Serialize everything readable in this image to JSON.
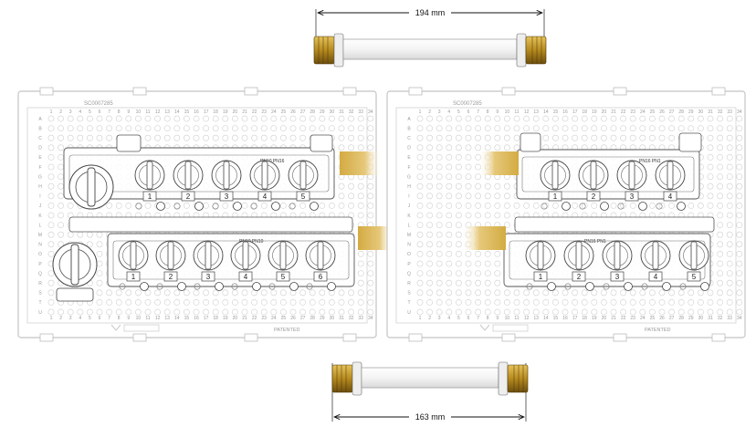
{
  "top_pipe": {
    "dimension": "194 mm"
  },
  "bottom_pipe": {
    "dimension": "163 mm"
  },
  "board_left": {
    "serial": "SC0007285",
    "patented": "PATENTED",
    "col_numbers": [
      "1",
      "2",
      "3",
      "4",
      "5",
      "6",
      "7",
      "8",
      "9",
      "10",
      "11",
      "12",
      "13",
      "14",
      "15",
      "16",
      "17",
      "18",
      "19",
      "20",
      "21",
      "22",
      "23",
      "24",
      "25",
      "26",
      "27",
      "28",
      "29",
      "30",
      "31",
      "32",
      "33",
      "34"
    ],
    "row_letters": [
      "A",
      "B",
      "C",
      "D",
      "E",
      "F",
      "G",
      "H",
      "I",
      "J",
      "K",
      "L",
      "M",
      "N",
      "O",
      "P",
      "Q",
      "R",
      "S",
      "T",
      "U"
    ],
    "upper_manifold": {
      "ports": [
        "1",
        "2",
        "3",
        "4",
        "5"
      ],
      "label": "PN10 PN16"
    },
    "lower_manifold": {
      "ports": [
        "1",
        "2",
        "3",
        "4",
        "5",
        "6"
      ],
      "label": "PN10 PN10"
    }
  },
  "board_right": {
    "serial": "SC0007285",
    "patented": "PATENTED",
    "upper_manifold": {
      "ports": [
        "1",
        "2",
        "3",
        "4"
      ],
      "label": "PN16 PN1"
    },
    "lower_manifold": {
      "ports": [
        "1",
        "2",
        "3",
        "4",
        "5"
      ],
      "label": "PN16 PN1"
    }
  },
  "colors": {
    "brass": "#c79a2b",
    "brass_dark": "#7a5a12",
    "outline": "#555555",
    "board": "#bdbdbd"
  }
}
